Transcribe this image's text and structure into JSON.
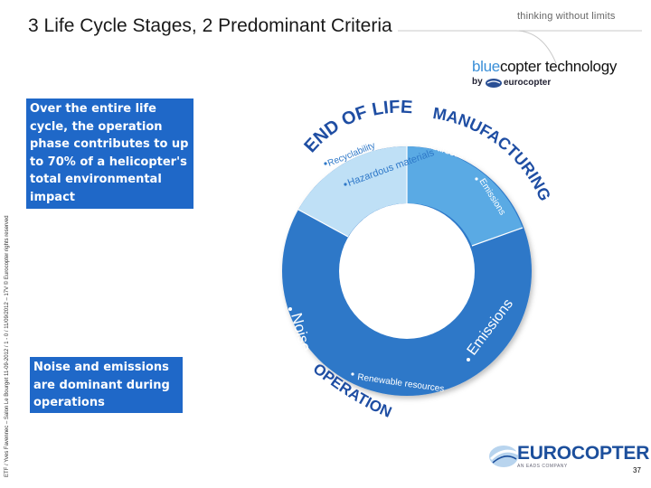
{
  "title": "3 Life Cycle Stages, 2 Predominant Criteria",
  "header": {
    "tagline": "thinking without limits",
    "brand_blue": "blue",
    "brand_dark": "copter technology",
    "brand_by": "by",
    "brand_sub": "eurocopter"
  },
  "side_note": "ETF / Yves Favennec – Salon Le Bourget 11-09-2012 / 1 - 0 / 11/09/2012 – 17V © Eurocopter rights reserved",
  "callouts": {
    "top": "Over the entire life cycle, the operation phase contributes to up to 70% of a helicopter's total environmental impact",
    "bottom": "Noise and emissions are dominant during operations"
  },
  "diagram": {
    "stages": {
      "end_of_life": "END OF LIFE",
      "manufacturing": "MANUFACTURING",
      "operation": "OPERATION"
    },
    "end_of_life_items": [
      "Recyclability",
      "Hazardous materials"
    ],
    "manufacturing_items": [
      "Hazardous materials",
      "Emissions"
    ],
    "operation_items": [
      "Noise",
      "Emissions",
      "Renewable resources"
    ],
    "colors": {
      "operation": "#2e78c8",
      "manufacturing": "#5aaae4",
      "end_of_life": "#bfe0f6",
      "stage_label": "#1f4ea3"
    }
  },
  "footer": {
    "brand": "EUROCOPTER",
    "brand_sub": "AN EADS COMPANY",
    "page_number": "37"
  }
}
